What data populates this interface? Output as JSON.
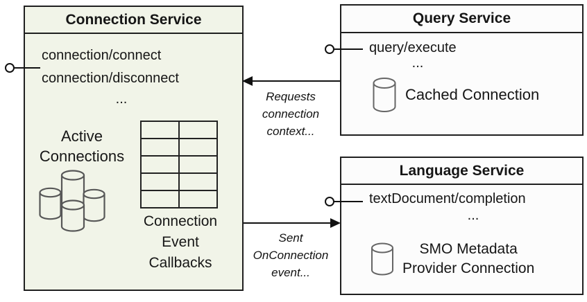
{
  "colors": {
    "connection_box_fill": "#f1f4e8",
    "service_box_fill": "#fcfcfc",
    "border": "#1f1f1f",
    "icon_stroke": "#5a5a5a",
    "arrow": "#111111"
  },
  "connection_service": {
    "title": "Connection Service",
    "endpoints": [
      "connection/connect",
      "connection/disconnect"
    ],
    "ellipsis": "...",
    "active_connections_label": [
      "Active",
      "Connections"
    ],
    "callbacks_label": [
      "Connection",
      "Event",
      "Callbacks"
    ]
  },
  "query_service": {
    "title": "Query Service",
    "endpoints": [
      "query/execute"
    ],
    "ellipsis": "...",
    "datastore_label": [
      "Cached Connection"
    ]
  },
  "language_service": {
    "title": "Language Service",
    "endpoints": [
      "textDocument/completion"
    ],
    "ellipsis": "...",
    "datastore_label": [
      "SMO Metadata",
      "Provider Connection"
    ]
  },
  "flow_labels": {
    "requests": [
      "Requests",
      "connection",
      "context..."
    ],
    "sent": [
      "Sent",
      "OnConnection",
      "event..."
    ]
  }
}
